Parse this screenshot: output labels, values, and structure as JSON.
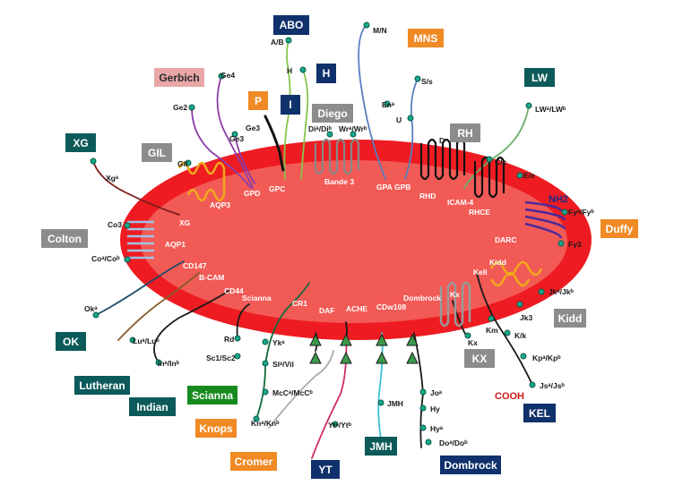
{
  "colors": {
    "membrane_outer": "#ee1c22",
    "membrane_inner": "#f25a55",
    "navy_box": "#10316b",
    "teal_box": "#0d5a5a",
    "gray_box": "#8c8c8c",
    "orange_box": "#f08a24",
    "pink_box": "#e9a6a6",
    "green_box": "#168a1e",
    "node": "#17a889",
    "glycan": "#3b9a4a"
  },
  "systems": {
    "abo": "ABO",
    "h": "H",
    "i": "I",
    "mns": "MNS",
    "gerbich": "Gerbich",
    "p": "P",
    "diego": "Diego",
    "lw": "LW",
    "rh": "RH",
    "xg": "XG",
    "gil": "GIL",
    "colton": "Colton",
    "duffy": "Duffy",
    "ok": "OK",
    "kidd": "Kidd",
    "lutheran": "Lutheran",
    "kx": "KX",
    "indian": "Indian",
    "scianna": "Scianna",
    "knops": "Knops",
    "kel": "KEL",
    "jmh": "JMH",
    "cromer": "Cromer",
    "yt": "YT",
    "dombrock": "Dombrock",
    "nh2": "NH2",
    "cooh": "COOH"
  },
  "proteins": {
    "gpd": "GPD",
    "gpc": "GPC",
    "aqp3": "AQP3",
    "xg": "XG",
    "aqp1": "AQP1",
    "band3": "Bande 3",
    "gpa": "GPA",
    "gpb": "GPB",
    "rhd": "RHD",
    "icam4": "ICAM-4",
    "rhce": "RHCE",
    "darc": "DARC",
    "kidd": "Kidd",
    "kell": "Kell",
    "kx": "Kx",
    "cd147": "CD147",
    "bcam": "B-CAM",
    "cd44": "CD44",
    "scianna": "Scianna",
    "cr1": "CR1",
    "daf": "DAF",
    "ache": "ACHE",
    "cdw108": "CDw108",
    "dombrock": "Dombrock"
  },
  "antigens": {
    "ab": "A/B",
    "h": "H",
    "ge4": "Ge4",
    "ge2": "Ge2",
    "ge3a": "Ge3",
    "ge3b": "Ge3",
    "mn": "M/N",
    "ena": "Enᵃ",
    "ss": "S/s",
    "u": "U",
    "dia": "Diᵃ/Diᵇ",
    "wra": "Wrᵃ/Wrᵇ",
    "d": "D",
    "cc": "C/c",
    "ee": "E/e",
    "lw": "LWᵃ/LWᵇ",
    "xga": "Xgᵃ",
    "gil": "Gil",
    "co3": "Co3",
    "coa": "Coᵃ/Coᵇ",
    "fy": "Fyᵃ/Fyᵇ",
    "fy3": "Fy3",
    "jk": "Jkᵃ/Jkᵇ",
    "jk3": "Jk3",
    "kx": "Kx",
    "km": "Km",
    "kk": "K/k",
    "kp": "Kpᵃ/Kpᵇ",
    "js": "Jsᵃ/Jsᵇ",
    "ok": "Okᵃ",
    "lu": "Luᵃ/Luᵇ",
    "in": "Inᵃ/Inᵇ",
    "rd": "Rd",
    "sc": "Sc1/Sc2",
    "yk": "Ykᵃ",
    "sl": "Slᵃ/Vil",
    "mcc": "McCᵃ/McCᵇ",
    "kn": "Knᵃ/Knᵇ",
    "yt": "Ytᵃ/Ytᵇ",
    "jmh": "JMH",
    "jo": "Joᵃ",
    "hy": "Hy",
    "hya": "Hyᵃ",
    "do": "Doᵃ/Doᵇ"
  }
}
